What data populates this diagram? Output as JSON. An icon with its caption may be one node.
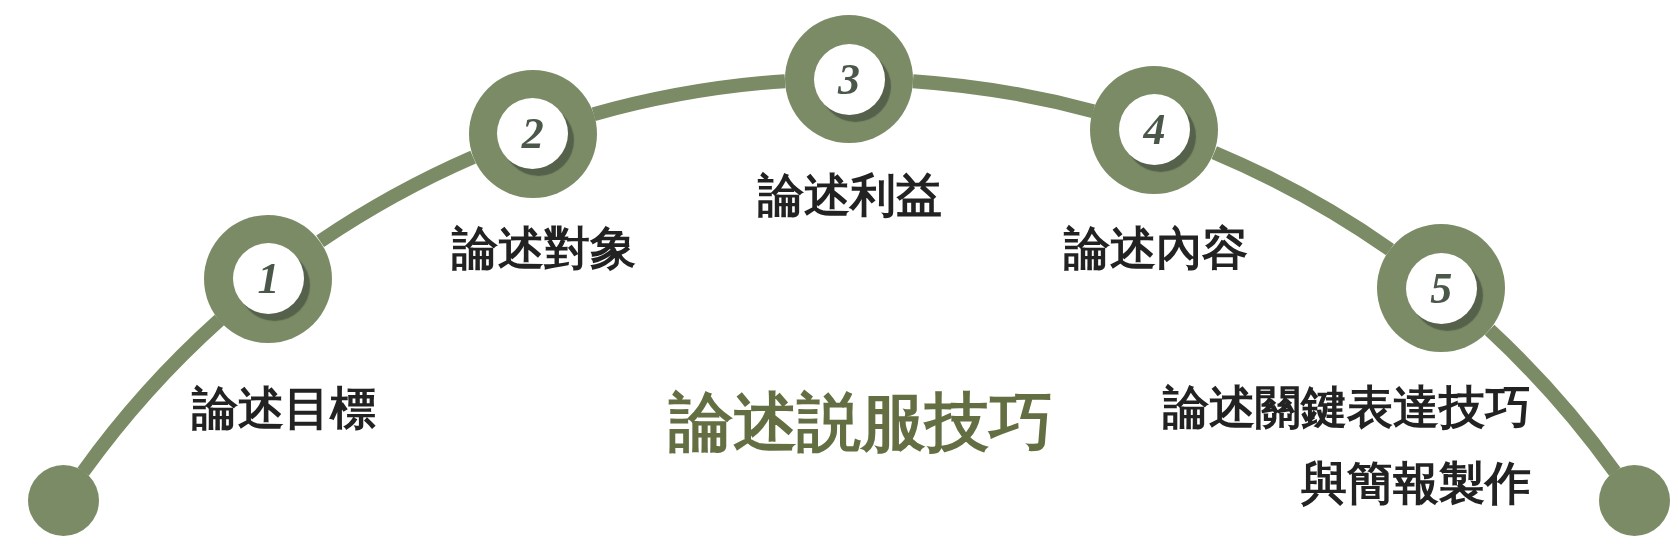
{
  "diagram": {
    "title": "論述説服技巧",
    "nodes": [
      {
        "text": [],
        "shape": "circle"
      },
      {
        "text": [
          "1"
        ],
        "beside": [
          "論述目標"
        ]
      },
      {
        "text": [
          "2"
        ],
        "beside": [
          "論述對象"
        ]
      },
      {
        "text": [
          "3"
        ],
        "beside": [
          "論述利益"
        ]
      },
      {
        "text": [
          "4"
        ],
        "beside": [
          "論述內容"
        ]
      },
      {
        "text": [
          "5"
        ],
        "beside": [
          "論述關鍵表達技巧與簡報製作"
        ]
      },
      {
        "text": [],
        "shape": "circle"
      }
    ],
    "edges": [
      {
        "from": 0,
        "to": 1,
        "arrow": "none"
      },
      {
        "from": 1,
        "to": 2,
        "arrow": "none"
      },
      {
        "from": 2,
        "to": 3,
        "arrow": "none"
      },
      {
        "from": 3,
        "to": 4,
        "arrow": "none"
      },
      {
        "from": 4,
        "to": 5,
        "arrow": "none"
      },
      {
        "from": 5,
        "to": 6,
        "arrow": "none"
      }
    ]
  }
}
